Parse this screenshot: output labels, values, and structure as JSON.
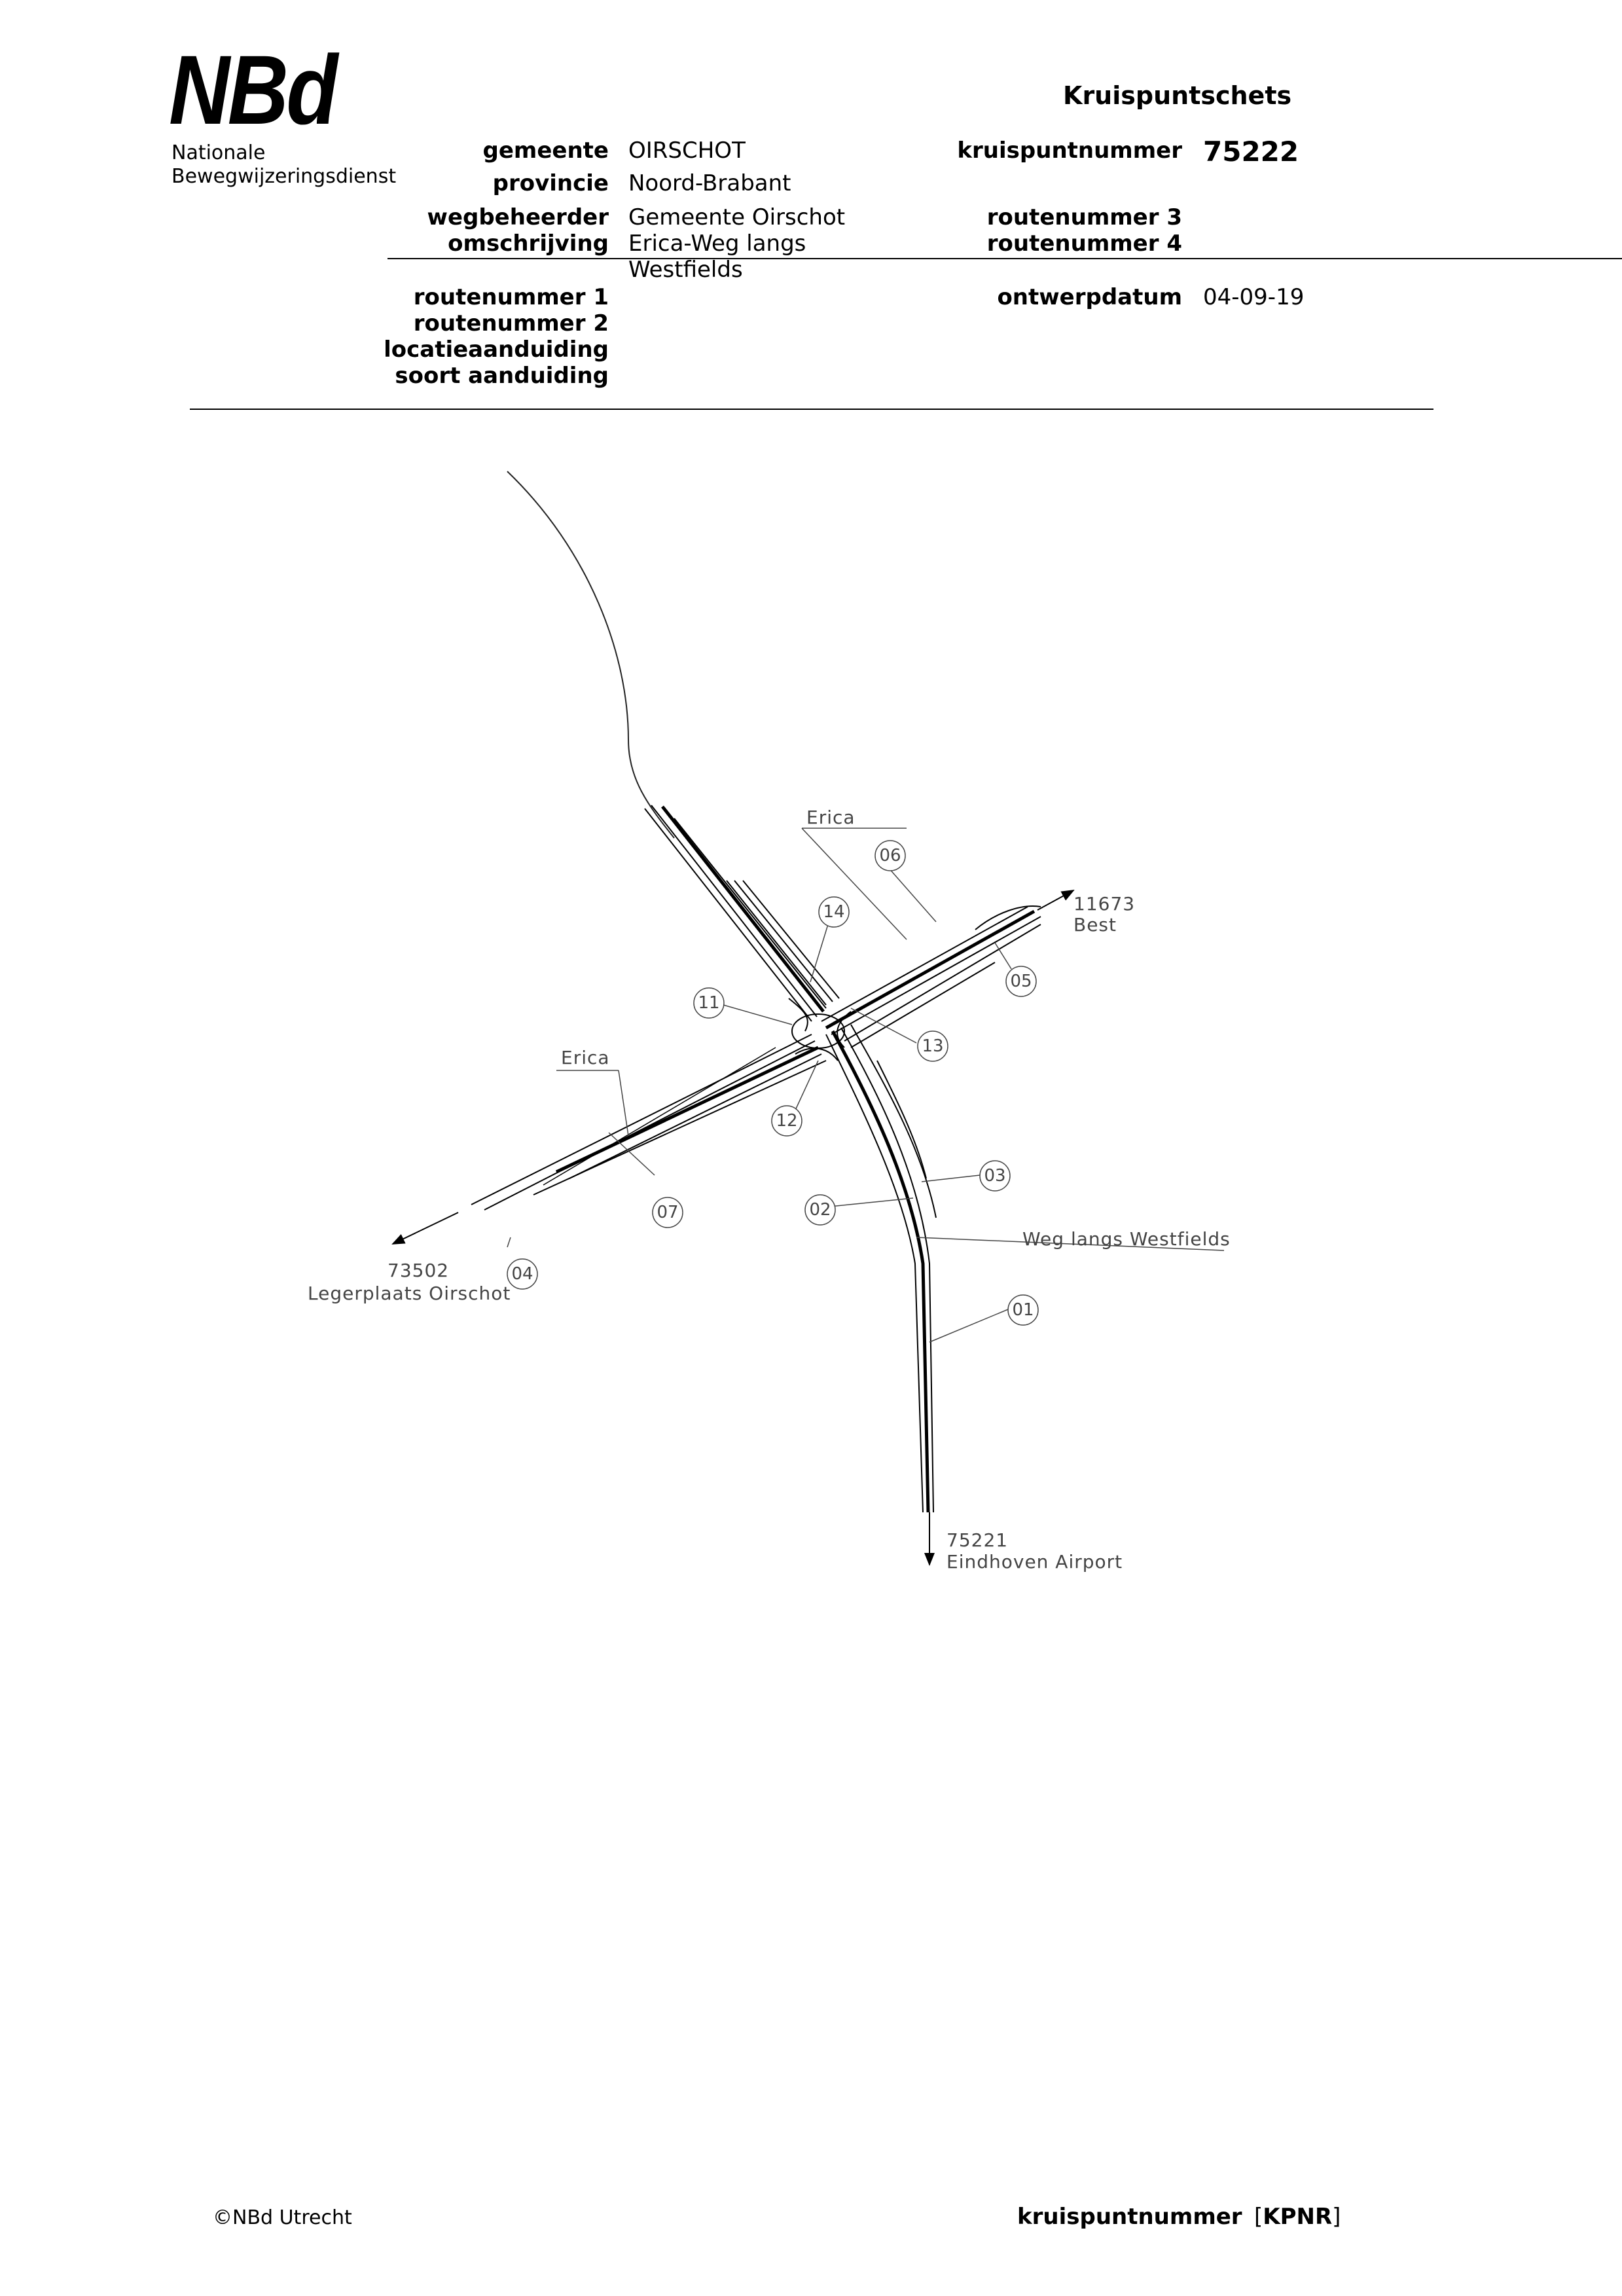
{
  "logo": {
    "name": "NBd",
    "line1": "Nationale",
    "line2": "Bewegwijzeringsdienst"
  },
  "sheet_title": "Kruispuntschets",
  "fields": {
    "gemeente": {
      "label": "gemeente",
      "value": "OIRSCHOT"
    },
    "provincie": {
      "label": "provincie",
      "value": "Noord-Brabant"
    },
    "wegbeheerder": {
      "label": "wegbeheerder",
      "value": "Gemeente Oirschot"
    },
    "omschrijving": {
      "label": "omschrijving",
      "value_line1": "Erica-Weg langs",
      "value_line2": "Westfields"
    },
    "routenummer1": {
      "label": "routenummer 1",
      "value": ""
    },
    "routenummer2": {
      "label": "routenummer 2",
      "value": ""
    },
    "locatieaanduiding": {
      "label": "locatieaanduiding",
      "value": ""
    },
    "soortaanduiding": {
      "label": "soort aanduiding",
      "value": ""
    },
    "kruispuntnummer": {
      "label": "kruispuntnummer",
      "value": "75222"
    },
    "routenummer3": {
      "label": "routenummer 3",
      "value": ""
    },
    "routenummer4": {
      "label": "routenummer 4",
      "value": ""
    },
    "ontwerpdatum": {
      "label": "ontwerpdatum",
      "value": "04-09-19"
    }
  },
  "drawing": {
    "road_labels": {
      "erica_north": "Erica",
      "erica_west": "Erica",
      "weg_langs": "Weg langs Westfields"
    },
    "destinations": {
      "best_number": "11673",
      "best_name": "Best",
      "oirschot_number": "73502",
      "oirschot_name": "Legerplaats Oirschot",
      "eindhoven_number": "75221",
      "eindhoven_name": "Eindhoven Airport"
    },
    "sign_numbers": [
      "01",
      "02",
      "03",
      "04",
      "05",
      "06",
      "07",
      "11",
      "12",
      "13",
      "14"
    ]
  },
  "footer": {
    "copyright": "©NBd Utrecht",
    "kp_label": "kruispuntnummer",
    "kp_value": "KPNR"
  }
}
